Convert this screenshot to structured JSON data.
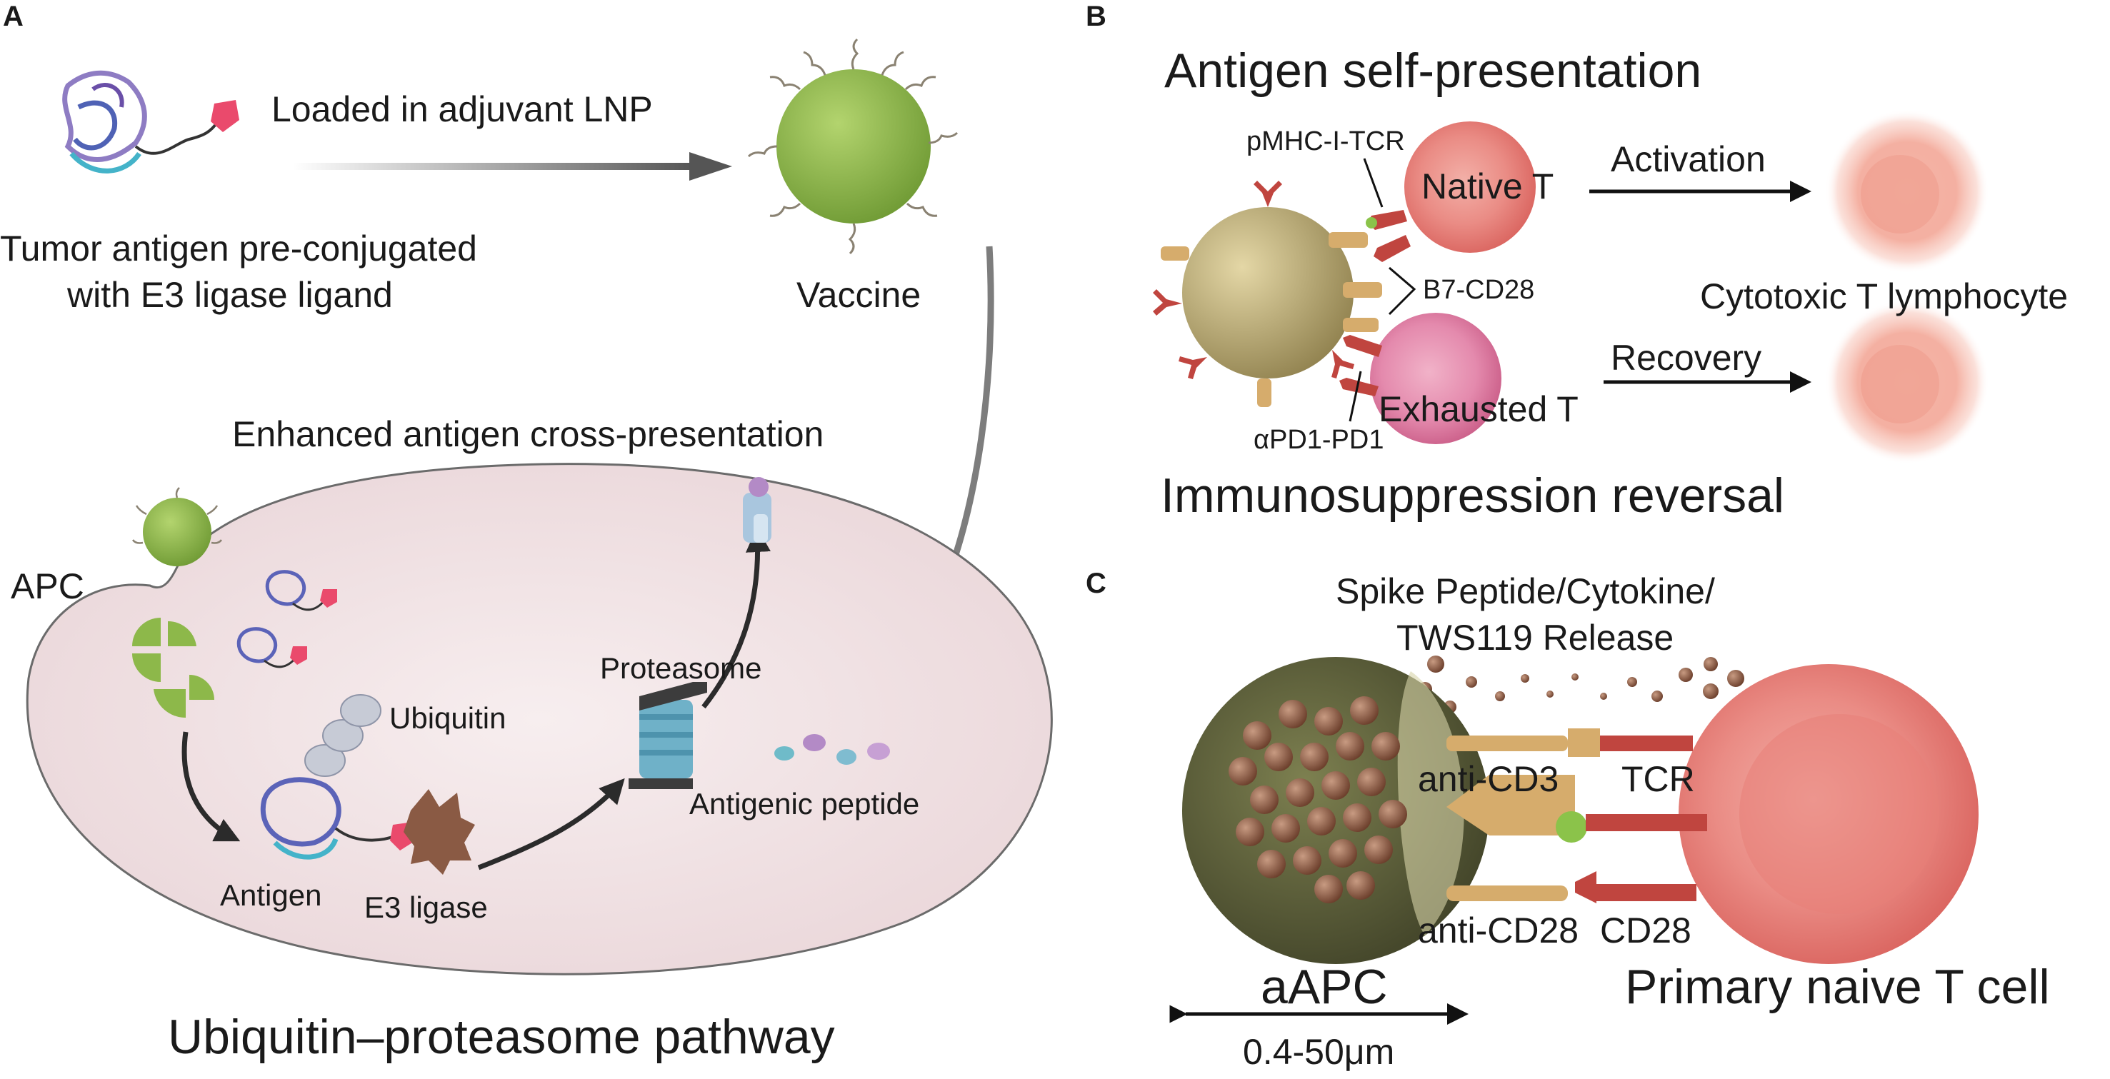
{
  "panels": {
    "a": {
      "letter": "A",
      "antigen_caption_line1": "Tumor antigen pre-conjugated",
      "antigen_caption_line2": "with E3 ligase ligand",
      "arrow_label": "Loaded in adjuvant LNP",
      "vaccine_label": "Vaccine",
      "enhanced_label": "Enhanced antigen cross-presentation",
      "apc_label": "APC",
      "ubiquitin_label": "Ubiquitin",
      "proteasome_label": "Proteasome",
      "antigen_label": "Antigen",
      "e3_label": "E3 ligase",
      "peptide_label": "Antigenic peptide",
      "pathway_title": "Ubiquitin–proteasome pathway"
    },
    "b": {
      "letter": "B",
      "title_top": "Antigen self-presentation",
      "pmhc_label": "pMHC-I-TCR",
      "native_t": "Native T",
      "activation": "Activation",
      "b7_label": "B7-CD28",
      "ctl_label": "Cytotoxic T lymphocyte",
      "recovery": "Recovery",
      "exhausted_t": "Exhausted T",
      "pd1_label": "αPD1-PD1",
      "title_bottom": "Immunosuppression reversal"
    },
    "c": {
      "letter": "C",
      "release_line1": "Spike Peptide/Cytokine/",
      "release_line2": "TWS119 Release",
      "anti_cd3": "anti-CD3",
      "tcr": "TCR",
      "anti_cd28": "anti-CD28",
      "cd28": "CD28",
      "aapc": "aAPC",
      "size_label": "0.4-50μm",
      "t_cell_label": "Primary naive T cell"
    }
  },
  "colors": {
    "lnp_green": "#8db84a",
    "apc_membrane": "#f3e6e8",
    "t_cell_red": "#e98480",
    "ctl_glow": "#f2a59a",
    "exhausted_pink": "#e079a0",
    "apc_olive": "#b4a46e",
    "aapc_dark": "#5c5f3c",
    "bead_brown": "#8a5a44",
    "receptor_red": "#c0453f",
    "receptor_tan": "#d6ac6c"
  }
}
